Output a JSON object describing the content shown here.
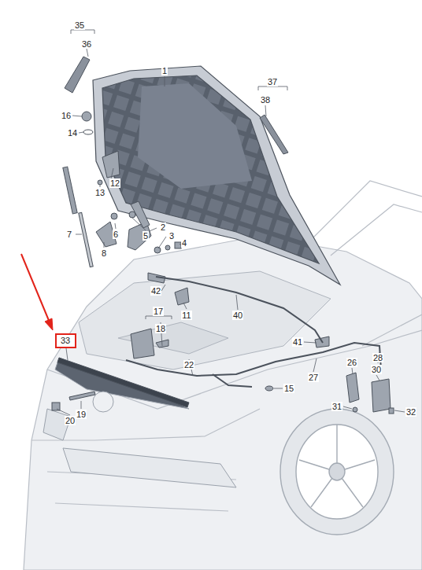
{
  "diagram": {
    "nodes": [
      {
        "text": [
          "33"
        ]
      }
    ],
    "labels": [
      "35",
      "36",
      "1",
      "37",
      "38",
      "16",
      "14",
      "13",
      "12",
      "7",
      "6",
      "5",
      "8",
      "2",
      "3",
      "4",
      "42",
      "11",
      "40",
      "17",
      "18",
      "41",
      "22",
      "15",
      "27",
      "26",
      "28",
      "30",
      "31",
      "32",
      "19",
      "20"
    ]
  }
}
